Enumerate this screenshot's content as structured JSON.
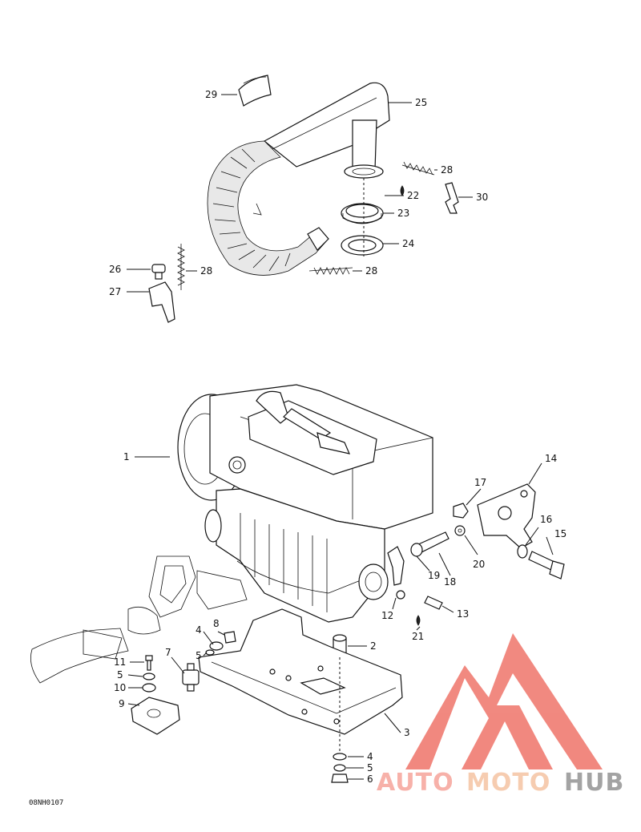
{
  "callouts": [
    {
      "id": "c29",
      "label": "29"
    },
    {
      "id": "c25",
      "label": "25"
    },
    {
      "id": "c28a",
      "label": "28"
    },
    {
      "id": "c22",
      "label": "22"
    },
    {
      "id": "c30",
      "label": "30"
    },
    {
      "id": "c23",
      "label": "23"
    },
    {
      "id": "c24",
      "label": "24"
    },
    {
      "id": "c26",
      "label": "26"
    },
    {
      "id": "c28b",
      "label": "28"
    },
    {
      "id": "c28c",
      "label": "28"
    },
    {
      "id": "c27",
      "label": "27"
    },
    {
      "id": "c1",
      "label": "1"
    },
    {
      "id": "c14",
      "label": "14"
    },
    {
      "id": "c17",
      "label": "17"
    },
    {
      "id": "c16",
      "label": "16"
    },
    {
      "id": "c15",
      "label": "15"
    },
    {
      "id": "c20",
      "label": "20"
    },
    {
      "id": "c18",
      "label": "18"
    },
    {
      "id": "c19",
      "label": "19"
    },
    {
      "id": "c12",
      "label": "12"
    },
    {
      "id": "c13",
      "label": "13"
    },
    {
      "id": "c21",
      "label": "21"
    },
    {
      "id": "c8",
      "label": "8"
    },
    {
      "id": "c4a",
      "label": "4"
    },
    {
      "id": "c5a",
      "label": "5"
    },
    {
      "id": "c2",
      "label": "2"
    },
    {
      "id": "c7",
      "label": "7"
    },
    {
      "id": "c11",
      "label": "11"
    },
    {
      "id": "c5b",
      "label": "5"
    },
    {
      "id": "c10",
      "label": "10"
    },
    {
      "id": "c9",
      "label": "9"
    },
    {
      "id": "c3",
      "label": "3"
    },
    {
      "id": "c4b",
      "label": "4"
    },
    {
      "id": "c5c",
      "label": "5"
    },
    {
      "id": "c6",
      "label": "6"
    }
  ],
  "drawing_ref": "08NH0107",
  "watermark": {
    "part1": "AUTO",
    "part2": "MOTO",
    "part3": "HUB",
    "color_auto": "#f7a9a0",
    "color_moto": "#f6c7a8",
    "color_hub": "#9a9a9a",
    "color_triangle": "#f07c72"
  }
}
